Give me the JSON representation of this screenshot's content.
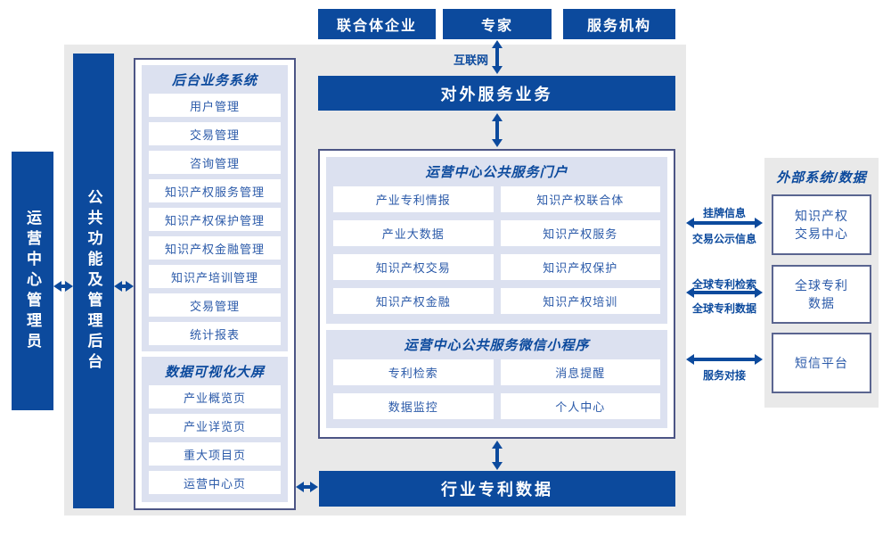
{
  "colors": {
    "primary_blue": "#0c4a9d",
    "panel_lavender": "#dce1f0",
    "canvas_gray": "#e9e9e9",
    "container_border": "#4c5585",
    "item_text_blue": "#2b5aa9",
    "white": "#ffffff"
  },
  "top_actors": [
    {
      "label": "联合体企业"
    },
    {
      "label": "专家"
    },
    {
      "label": "服务机构"
    }
  ],
  "internet_label": "互联网",
  "bars": {
    "external_service": "对外服务业务",
    "industry_patent_data": "行业专利数据"
  },
  "left_bars": {
    "operator_admin": "运营中心管理员",
    "public_functions": "公共功能及管理后台"
  },
  "backend_panel": {
    "title": "后台业务系统",
    "items": [
      "用户管理",
      "交易管理",
      "咨询管理",
      "知识产权服务管理",
      "知识产权保护管理",
      "知识产权金融管理",
      "知识产培训管理",
      "交易管理",
      "统计报表"
    ]
  },
  "dashboard_panel": {
    "title": "数据可视化大屏",
    "items": [
      "产业概览页",
      "产业详览页",
      "重大项目页",
      "运营中心页"
    ]
  },
  "portal_panel": {
    "title": "运营中心公共服务门户",
    "items": [
      "产业专利情报",
      "知识产权联合体",
      "产业大数据",
      "知识产权服务",
      "知识产权交易",
      "知识产权保护",
      "知识产权金融",
      "知识产权培训"
    ]
  },
  "miniprogram_panel": {
    "title": "运营中心公共服务微信小程序",
    "items": [
      "专利检索",
      "消息提醒",
      "数据监控",
      "个人中心"
    ]
  },
  "external_panel": {
    "title": "外部系统/数据",
    "boxes": [
      {
        "lines": [
          "知识产权",
          "交易中心"
        ]
      },
      {
        "lines": [
          "全球专利",
          "数据"
        ]
      },
      {
        "lines": [
          "短信平台"
        ]
      }
    ]
  },
  "right_links": [
    {
      "label_top": "挂牌信息",
      "label_bottom": "交易公示信息"
    },
    {
      "label_top": "全球专利检索",
      "label_bottom": "全球专利数据"
    },
    {
      "label_bottom": "服务对接"
    }
  ]
}
